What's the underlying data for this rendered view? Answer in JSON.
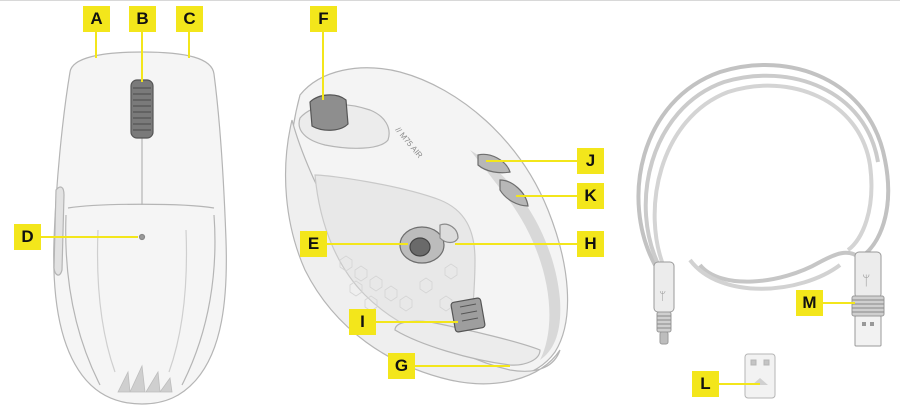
{
  "colors": {
    "label_bg": "#f3e61b",
    "label_text": "#111111",
    "line": "#f3e61b",
    "device_fill": "#f4f4f4",
    "device_stroke": "#b9b9b9"
  },
  "callouts": {
    "A": "A",
    "B": "B",
    "C": "C",
    "D": "D",
    "E": "E",
    "F": "F",
    "G": "G",
    "H": "H",
    "I": "I",
    "J": "J",
    "K": "K",
    "L": "L",
    "M": "M"
  },
  "mouse_bottom": {
    "model_text": "// M75 AIR"
  }
}
